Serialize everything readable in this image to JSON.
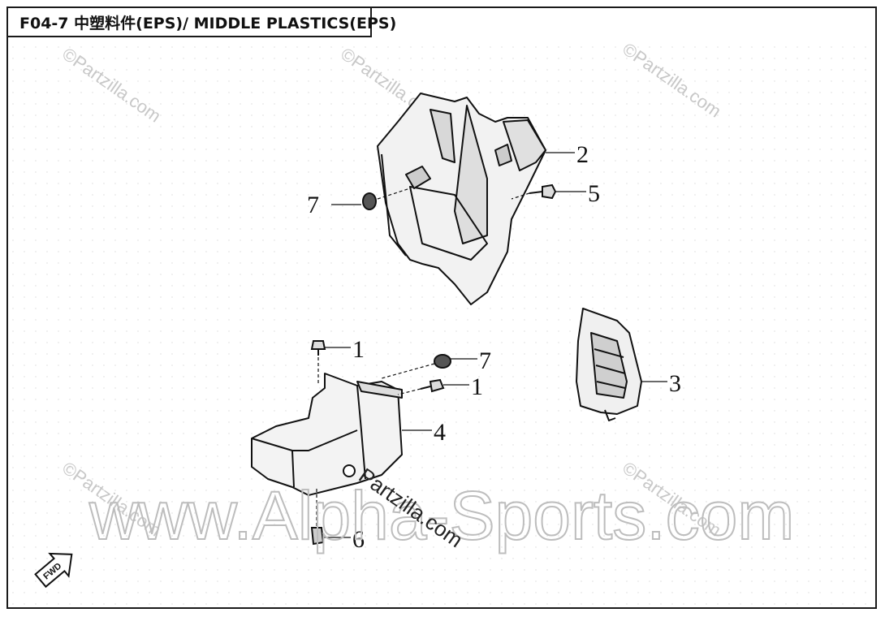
{
  "diagram": {
    "title": "F04-7 中塑料件(EPS)/ MIDDLE PLASTICS(EPS)",
    "fwd_label": "FWD",
    "callouts": [
      {
        "id": "c2",
        "label": "2"
      },
      {
        "id": "c7a",
        "label": "7"
      },
      {
        "id": "c5",
        "label": "5"
      },
      {
        "id": "c1a",
        "label": "1"
      },
      {
        "id": "c7b",
        "label": "7"
      },
      {
        "id": "c1b",
        "label": "1"
      },
      {
        "id": "c3",
        "label": "3"
      },
      {
        "id": "c4",
        "label": "4"
      },
      {
        "id": "c6",
        "label": "6"
      }
    ]
  },
  "watermarks": {
    "partzilla_small": "©Partzilla.com",
    "partzilla_diag": "Partzilla.com",
    "alpha_sports": "www.Alpha-Sports.com"
  }
}
